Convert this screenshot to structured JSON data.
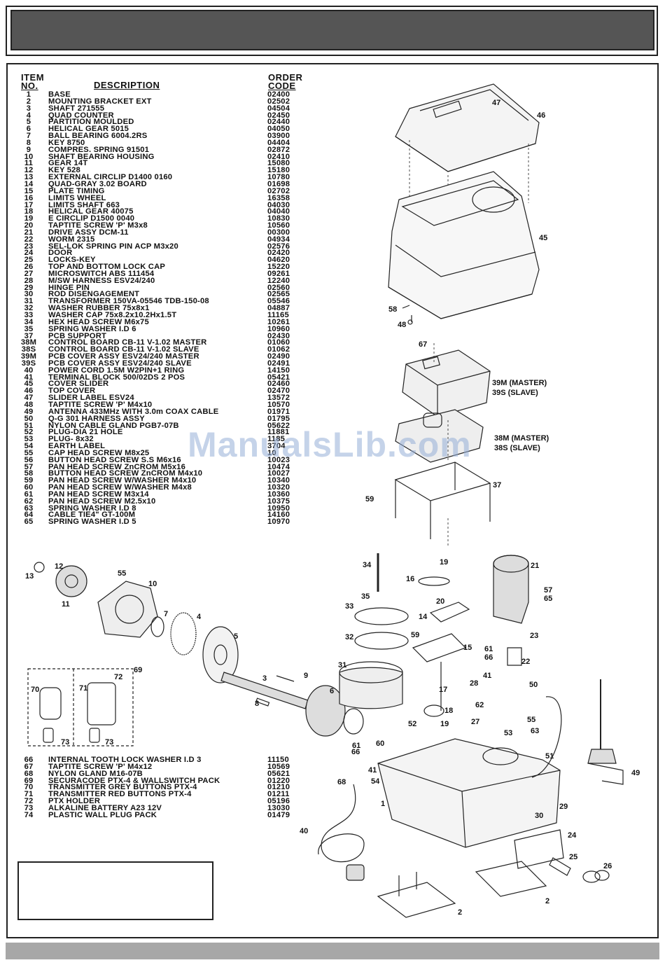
{
  "table_header": {
    "item_line1": "ITEM",
    "item_line2": "NO.",
    "description": "DESCRIPTION",
    "code_line1": "ORDER",
    "code_line2": "CODE"
  },
  "parts_main": [
    {
      "no": "1",
      "desc": "BASE",
      "code": "02400"
    },
    {
      "no": "2",
      "desc": "MOUNTING BRACKET EXT",
      "code": "02502"
    },
    {
      "no": "3",
      "desc": "SHAFT 271555",
      "code": "04504"
    },
    {
      "no": "4",
      "desc": "QUAD COUNTER",
      "code": "02450"
    },
    {
      "no": "5",
      "desc": "PARTITION MOULDED",
      "code": "02440"
    },
    {
      "no": "6",
      "desc": "HELICAL GEAR 5015",
      "code": "04050"
    },
    {
      "no": "7",
      "desc": "BALL BEARING 6004.2RS",
      "code": "03900"
    },
    {
      "no": "8",
      "desc": "KEY 8750",
      "code": "04404"
    },
    {
      "no": "9",
      "desc": "COMPRES. SPRING 91501",
      "code": "02872"
    },
    {
      "no": "10",
      "desc": "SHAFT BEARING HOUSING",
      "code": "02410"
    },
    {
      "no": "11",
      "desc": "GEAR 14T",
      "code": "15080"
    },
    {
      "no": "12",
      "desc": "KEY 528",
      "code": "15180"
    },
    {
      "no": "13",
      "desc": "EXTERNAL CIRCLIP D1400 0160",
      "code": "10780"
    },
    {
      "no": "14",
      "desc": "QUAD-GRAY 3.02 BOARD",
      "code": "01698"
    },
    {
      "no": "15",
      "desc": "PLATE TIMING",
      "code": "02702"
    },
    {
      "no": "16",
      "desc": "LIMITS WHEEL",
      "code": "16358"
    },
    {
      "no": "17",
      "desc": "LIMITS SHAFT 663",
      "code": "04030"
    },
    {
      "no": "18",
      "desc": "HELICAL GEAR 40075",
      "code": "04040"
    },
    {
      "no": "19",
      "desc": "E CIRCLIP D1500 0040",
      "code": "10830"
    },
    {
      "no": "20",
      "desc": "TAPTITE SCREW 'P' M3x8",
      "code": "10560"
    },
    {
      "no": "21",
      "desc": "DRIVE ASSY DCM-11",
      "code": "00300"
    },
    {
      "no": "22",
      "desc": "WORM 2315",
      "code": "04934"
    },
    {
      "no": "23",
      "desc": "SEL-LOK SPRING PIN ACP M3x20",
      "code": "02576"
    },
    {
      "no": "24",
      "desc": "DOOR",
      "code": "02420"
    },
    {
      "no": "25",
      "desc": "LOCKS-KEY",
      "code": "04620"
    },
    {
      "no": "26",
      "desc": "TOP AND BOTTOM LOCK CAP",
      "code": "15220"
    },
    {
      "no": "27",
      "desc": "MICROSWITCH ABS 111454",
      "code": "09261"
    },
    {
      "no": "28",
      "desc": "M/SW HARNESS ESV24/240",
      "code": "12240"
    },
    {
      "no": "29",
      "desc": "HINGE PIN",
      "code": "02560"
    },
    {
      "no": "30",
      "desc": "ROD DISENGAGEMENT",
      "code": "02565"
    },
    {
      "no": "31",
      "desc": "TRANSFORMER 150VA-05546 TDB-150-08",
      "code": "05546"
    },
    {
      "no": "32",
      "desc": "WASHER RUBBER 75x8x1",
      "code": "04887"
    },
    {
      "no": "33",
      "desc": "WASHER CAP 75x8.2x10.2Hx1.5T",
      "code": "11165"
    },
    {
      "no": "34",
      "desc": "HEX HEAD SCREW M6x75",
      "code": "10261"
    },
    {
      "no": "35",
      "desc": "SPRING WASHER I.D 6",
      "code": "10960"
    },
    {
      "no": "37",
      "desc": "PCB SUPPORT",
      "code": "02430"
    },
    {
      "no": "38M",
      "desc": "CONTROL BOARD CB-11 V-1.02 MASTER",
      "code": "01060"
    },
    {
      "no": "38S",
      "desc": "CONTROL BOARD CB-11 V-1.02 SLAVE",
      "code": "01062"
    },
    {
      "no": "39M",
      "desc": "PCB COVER ASSY ESV24/240 MASTER",
      "code": "02490"
    },
    {
      "no": "39S",
      "desc": "PCB COVER ASSY ESV24/240 SLAVE",
      "code": "02491"
    },
    {
      "no": "40",
      "desc": "POWER CORD 1.5M W2PIN+1 RING",
      "code": "14150"
    },
    {
      "no": "41",
      "desc": "TERMINAL BLOCK 500/02DS 2 POS",
      "code": "05421"
    },
    {
      "no": "45",
      "desc": "COVER SLIDER",
      "code": "02460"
    },
    {
      "no": "46",
      "desc": "TOP COVER",
      "code": "02470"
    },
    {
      "no": "47",
      "desc": "SLIDER LABEL ESV24",
      "code": "13572"
    },
    {
      "no": "48",
      "desc": "TAPTITE SCREW 'P' M4x10",
      "code": "10570"
    },
    {
      "no": "49",
      "desc": "ANTENNA 433MHz WITH 3.0m COAX CABLE",
      "code": "01971"
    },
    {
      "no": "50",
      "desc": "Q-G 301 HARNESS ASSY",
      "code": "01795"
    },
    {
      "no": "51",
      "desc": "NYLON CABLE GLAND PGB7-07B",
      "code": "05622"
    },
    {
      "no": "52",
      "desc": "PLUG-DIA 21 HOLE",
      "code": "11881"
    },
    {
      "no": "53",
      "desc": "PLUG- 8x32",
      "code": "1185"
    },
    {
      "no": "54",
      "desc": "EARTH LABEL",
      "code": "3704"
    },
    {
      "no": "55",
      "desc": "CAP HEAD SCREW M8x25",
      "code": "10"
    },
    {
      "no": "56",
      "desc": "BUTTON HEAD SCREW S.S M6x16",
      "code": "10023"
    },
    {
      "no": "57",
      "desc": "PAN HEAD SCREW ZnCROM M5x16",
      "code": "10474"
    },
    {
      "no": "58",
      "desc": "BUTTON HEAD SCREW ZnCROM M4x10",
      "code": "10027"
    },
    {
      "no": "59",
      "desc": "PAN HEAD SCREW W/WASHER M4x10",
      "code": "10340"
    },
    {
      "no": "60",
      "desc": "PAN HEAD SCREW W/WASHER M4x8",
      "code": "10320"
    },
    {
      "no": "61",
      "desc": "PAN HEAD SCREW M3x14",
      "code": "10360"
    },
    {
      "no": "62",
      "desc": "PAN HEAD SCREW M2.5x10",
      "code": "10375"
    },
    {
      "no": "63",
      "desc": "SPRING WASHER I.D 8",
      "code": "10950"
    },
    {
      "no": "64",
      "desc": "CABLE TIE4\" GT-100M",
      "code": "14160"
    },
    {
      "no": "65",
      "desc": "SPRING WASHER I.D 5",
      "code": "10970"
    }
  ],
  "parts_extra": [
    {
      "no": "66",
      "desc": "INTERNAL TOOTH LOCK WASHER I.D 3",
      "code": "11150"
    },
    {
      "no": "67",
      "desc": "TAPTITE SCREW 'P' M4x12",
      "code": "10569"
    },
    {
      "no": "68",
      "desc": "NYLON GLAND M16-07B",
      "code": "05621"
    },
    {
      "no": "69",
      "desc": "SECURACODE PTX-4 & WALLSWITCH PACK",
      "code": "01220"
    },
    {
      "no": "70",
      "desc": "TRANSMITTER GREY BUTTONS PTX-4",
      "code": "01210"
    },
    {
      "no": "71",
      "desc": "TRANSMITTER RED BUTTONS PTX-4",
      "code": "01211"
    },
    {
      "no": "72",
      "desc": "PTX HOLDER",
      "code": "05196"
    },
    {
      "no": "73",
      "desc": "ALKALINE BATTERY A23 12V",
      "code": "13030"
    },
    {
      "no": "74",
      "desc": "PLASTIC WALL PLUG PACK",
      "code": "01479"
    }
  ],
  "watermark": "ManualsLib.com",
  "diagram_labels": {
    "l47": "47",
    "l46": "46",
    "l45": "45",
    "l58": "58",
    "l48": "48",
    "l67": "67",
    "l39m": "39M (MASTER)",
    "l39s": "39S (SLAVE)",
    "l38m": "38M (MASTER)",
    "l38s": "38S (SLAVE)",
    "l37": "37",
    "l59a": "59",
    "l12": "12",
    "l13": "13",
    "l11": "11",
    "l55a": "55",
    "l10": "10",
    "l7": "7",
    "l4": "4",
    "l5": "5",
    "l3": "3",
    "l9": "9",
    "l6": "6",
    "l8": "8",
    "l69": "69",
    "l70": "70",
    "l71": "71",
    "l72": "72",
    "l73a": "73",
    "l73b": "73",
    "l34": "34",
    "l19a": "19",
    "l16": "16",
    "l35": "35",
    "l33": "33",
    "l32": "32",
    "l31": "31",
    "l20": "20",
    "l14": "14",
    "l59b": "59",
    "l15": "15",
    "l21": "21",
    "l57": "57",
    "l65": "65",
    "l23": "23",
    "l61a": "61",
    "l66a": "66",
    "l22": "22",
    "l41a": "41",
    "l28": "28",
    "l17": "17",
    "l50": "50",
    "l18": "18",
    "l62": "62",
    "l27": "27",
    "l19b": "19",
    "l55b": "55",
    "l52": "52",
    "l53": "53",
    "l63": "63",
    "l61b": "61",
    "l60": "60",
    "l66b": "66",
    "l41b": "41",
    "l68": "68",
    "l54": "54",
    "l1": "1",
    "l51": "51",
    "l49": "49",
    "l30": "30",
    "l29": "29",
    "l40": "40",
    "l24": "24",
    "l25": "25",
    "l26": "26",
    "l2a": "2",
    "l2b": "2"
  }
}
